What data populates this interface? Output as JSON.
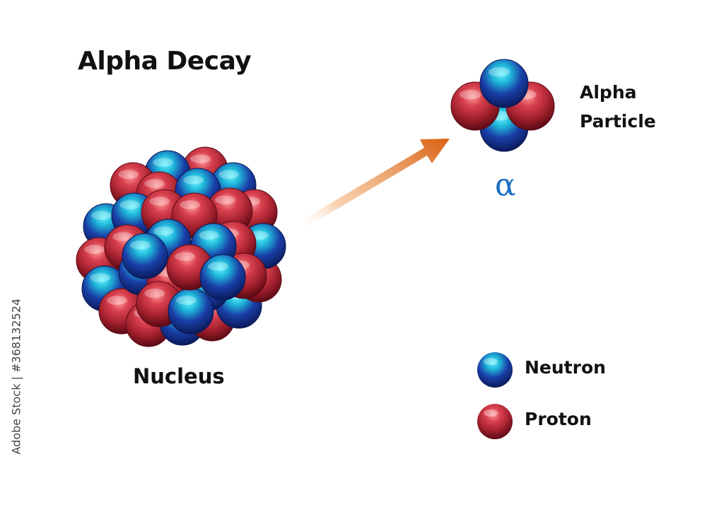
{
  "title": "Alpha Decay",
  "nucleus_label": "Nucleus",
  "alpha_particle_label_line1": "Alpha",
  "alpha_particle_label_line2": "Particle",
  "alpha_symbol": "α",
  "legend": {
    "neutron": "Neutron",
    "proton": "Proton"
  },
  "stock_id": "Adobe Stock | #368132524",
  "colors": {
    "neutron": "#1a3fa8",
    "neutron_highlight": "#2fd6ee",
    "proton": "#c2303f",
    "proton_highlight": "#ff8a8a",
    "arrow": "#e0701a",
    "alpha_symbol": "#1f6fc4"
  }
}
